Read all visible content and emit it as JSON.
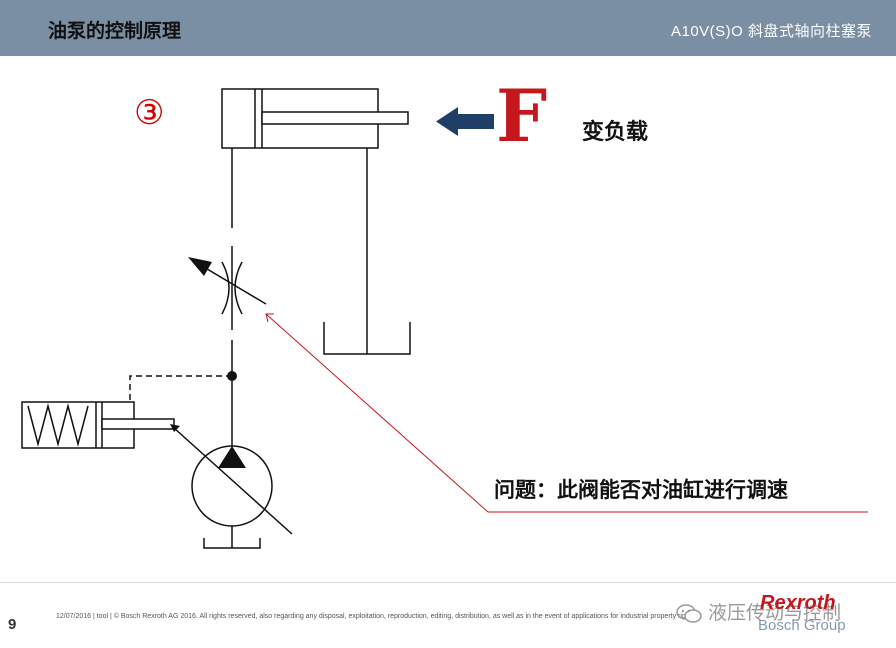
{
  "header": {
    "title": "油泵的控制原理",
    "product": "A10V(S)O  斜盘式轴向柱塞泵"
  },
  "diagram": {
    "step_marker": "③",
    "force_symbol": "F",
    "load_label": "变负载",
    "question": "问题：此阀能否对油缸进行调速"
  },
  "footer": {
    "page_number": "9",
    "copyright": "12/07/2016 | tool | © Bosch Rexroth AG 2016. All rights reserved, also regarding any disposal, exploitation, reproduction, editing, distribution, as well as in the event of applications for industrial property rights.",
    "wechat_account": "液压传动与控制",
    "brand": "Rexroth",
    "brand_group": "Bosch Group"
  },
  "colors": {
    "header_bg": "#7a8fa3",
    "accent_red": "#c4171e",
    "arrow_blue": "#1f3f66",
    "line": "#111111"
  }
}
